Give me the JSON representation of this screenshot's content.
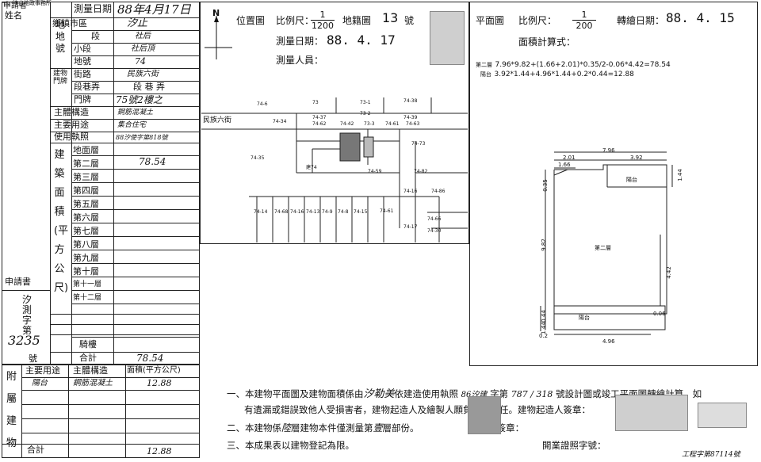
{
  "applicant": {
    "top_small": "申請者",
    "name_label": "姓名",
    "req_label": "申請書",
    "survey_no_label": "汐測字第",
    "survey_no": "3235",
    "no_suffix": "號"
  },
  "left_table": {
    "survey_date_label": "測量日期",
    "survey_date": "88年4月17日",
    "town_label": "鄉鎮市區",
    "town": "汐止",
    "location_group": "地地號",
    "section_label": "段",
    "section_value": "社后",
    "subsection_label": "小段",
    "subsection_value": "社后頂",
    "lot_label": "地號",
    "lot_value": "74",
    "door_group": "建物門牌",
    "street_label": "街路",
    "street_value": "民族六街",
    "lane_label": "段巷弄",
    "lane_value": "段 巷 弄",
    "door_label": "門牌",
    "door_value": "75號2樓之",
    "structure_label": "主體構造",
    "structure_value": "鋼筋混凝土",
    "use_label": "主要用途",
    "use_value": "集合住宅",
    "license_label": "使用執照",
    "license_value": "88汐使字第818號",
    "area_group": "建築面積(平方公尺)",
    "floors": [
      "地面層",
      "第二層",
      "第三層",
      "第四層",
      "第五層",
      "第六層",
      "第七層",
      "第八層",
      "第九層",
      "第十層",
      "第十一層",
      "第十二層"
    ],
    "floor_values": {
      "第二層": "78.54"
    },
    "stairs_label": "騎樓",
    "total_label": "合計",
    "total_value": "78.54"
  },
  "attached": {
    "group_label": "附屬建物",
    "headers": [
      "主要用途",
      "主體構造",
      "面積(平方公尺)"
    ],
    "rows": [
      {
        "use": "陽台",
        "structure": "鋼筋混凝土",
        "area": "12.88"
      }
    ],
    "total_label": "合計",
    "total_value": "12.88"
  },
  "location_map": {
    "title": "位置圖",
    "scale_label": "比例尺：",
    "scale_num": "1",
    "scale_den": "1200",
    "sheet_label": "地籍圖",
    "sheet_no": "13",
    "sheet_suffix": "號",
    "date_label": "測量日期：",
    "date_value": "88. 4. 17",
    "surveyor_label": "測量人員：",
    "north": "N",
    "street_name": "民族六街",
    "parcels": [
      "74-6",
      "73",
      "73-1",
      "74-38",
      "74-34",
      "74-37",
      "74-62",
      "73-2",
      "74-39",
      "74-63",
      "74-42",
      "73-3",
      "74-61",
      "74-35",
      "74-73",
      "建74",
      "74-59",
      "74-82",
      "74-16",
      "74-86",
      "74-61",
      "74-66",
      "74-17",
      "74-30",
      "74-14",
      "74-68",
      "74-16",
      "74-13",
      "74-9",
      "74-8",
      "74-15"
    ]
  },
  "floor_plan": {
    "title": "平面圖",
    "scale_label": "比例尺：",
    "scale_num": "1",
    "scale_den": "200",
    "transfer_label": "轉繪日期：",
    "transfer_date": "88. 4. 15",
    "formula_title": "面積計算式：",
    "formula_lines": [
      {
        "label": "第二層",
        "expr": "7.96*9.82+(1.66+2.01)*0.35/2-0.06*4.42=78.54"
      },
      {
        "label": "陽台",
        "expr": "3.92*1.44+4.96*1.44+0.2*0.44=12.88"
      }
    ],
    "dims": {
      "top": "7.96",
      "left_top": "2.01",
      "mid_top": "3.92",
      "inner": "1.66",
      "side": "1.44",
      "left": "9.82",
      "right": "4.42",
      "left_small": "0.35",
      "bottom": "4.96",
      "bl1": "0.44",
      "bl2": "1.44",
      "br": "0.06",
      "bl3": "0.2"
    },
    "rooms": {
      "balcony_top": "陽台",
      "main": "第二層",
      "balcony_bottom": "陽台"
    }
  },
  "notes": {
    "n1a": "一、本建物平面圖及建物面積係由",
    "n1_name": "汐勒美",
    "n1b": "依建造使用執照",
    "n1_permit": "86汐建",
    "n1c": "字第",
    "n1_no": "787 / 318",
    "n1d": "號設計圖或竣工平面圖轉繪計算，如",
    "n2": "有遺漏或錯誤致他人受損害者，建物起造人及繪製人願負法律責任。建物起造人簽章：",
    "n3a": "二、本建物係",
    "n3_floors": "陸",
    "n3b": "層建物本件僅測量第",
    "n3_floor": "壹",
    "n3c": "層部份。",
    "n3d": "繪製人簽章：",
    "n4": "三、本成果表以建物登記為限。",
    "n4b": "開業證照字號：",
    "n4_no": "工程字第87114號"
  },
  "header_tiny": "一、汐止地政事務所"
}
